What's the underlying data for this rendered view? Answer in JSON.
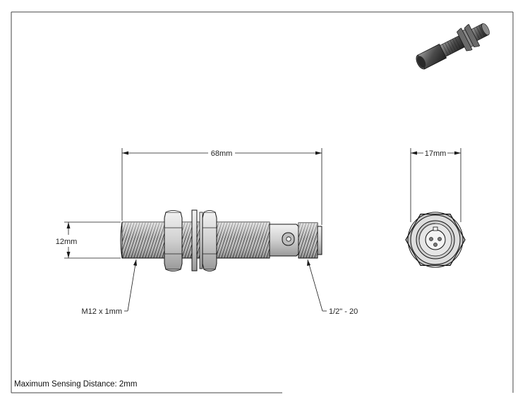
{
  "dimensions": {
    "overall_length": "68mm",
    "thread_diameter": "12mm",
    "hex_across_flats": "17mm"
  },
  "callouts": {
    "body_thread": "M12 x 1mm",
    "connector_thread": "1/2\" - 20"
  },
  "footer": {
    "note": "Maximum Sensing Distance: 2mm"
  },
  "colors": {
    "line": "#1a1a1a",
    "thread_fill": "#d6d6d6",
    "shadow": "#8a8a8a"
  }
}
